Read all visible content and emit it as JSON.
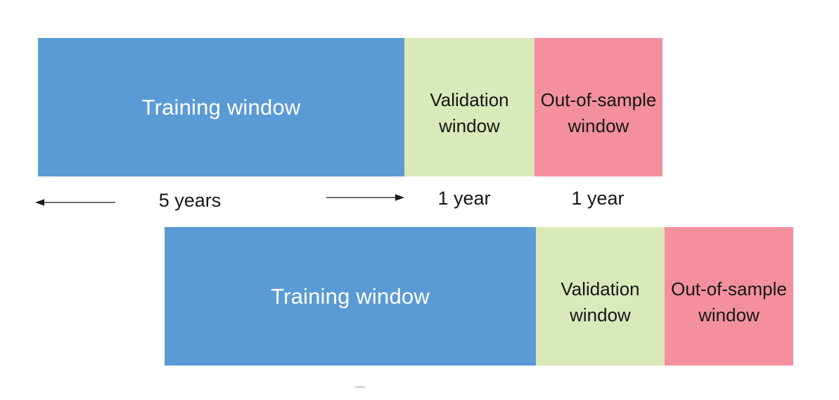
{
  "colors": {
    "training_fill": "#5b9bd5",
    "validation_fill": "#d9e9ba",
    "out_of_sample_fill": "#f4909e",
    "training_text": "#ffffff",
    "block_text": "#161616",
    "annotation_text": "#161616",
    "arrow": "#3c3c3c"
  },
  "rows": [
    {
      "blocks": [
        {
          "type": "training",
          "lines": [
            "Training window"
          ]
        },
        {
          "type": "validation",
          "lines": [
            "Validation",
            "window"
          ]
        },
        {
          "type": "out-of-sample",
          "lines": [
            "Out-of-sample",
            "window"
          ]
        }
      ]
    },
    {
      "blocks": [
        {
          "type": "training",
          "lines": [
            "Training window"
          ]
        },
        {
          "type": "validation",
          "lines": [
            "Validation",
            "window"
          ]
        },
        {
          "type": "out-of-sample",
          "lines": [
            "Out-of-sample",
            "window"
          ]
        }
      ]
    }
  ],
  "annotations": {
    "training_span": "5 years",
    "validation_span": "1 year",
    "out_of_sample_span": "1 year"
  }
}
